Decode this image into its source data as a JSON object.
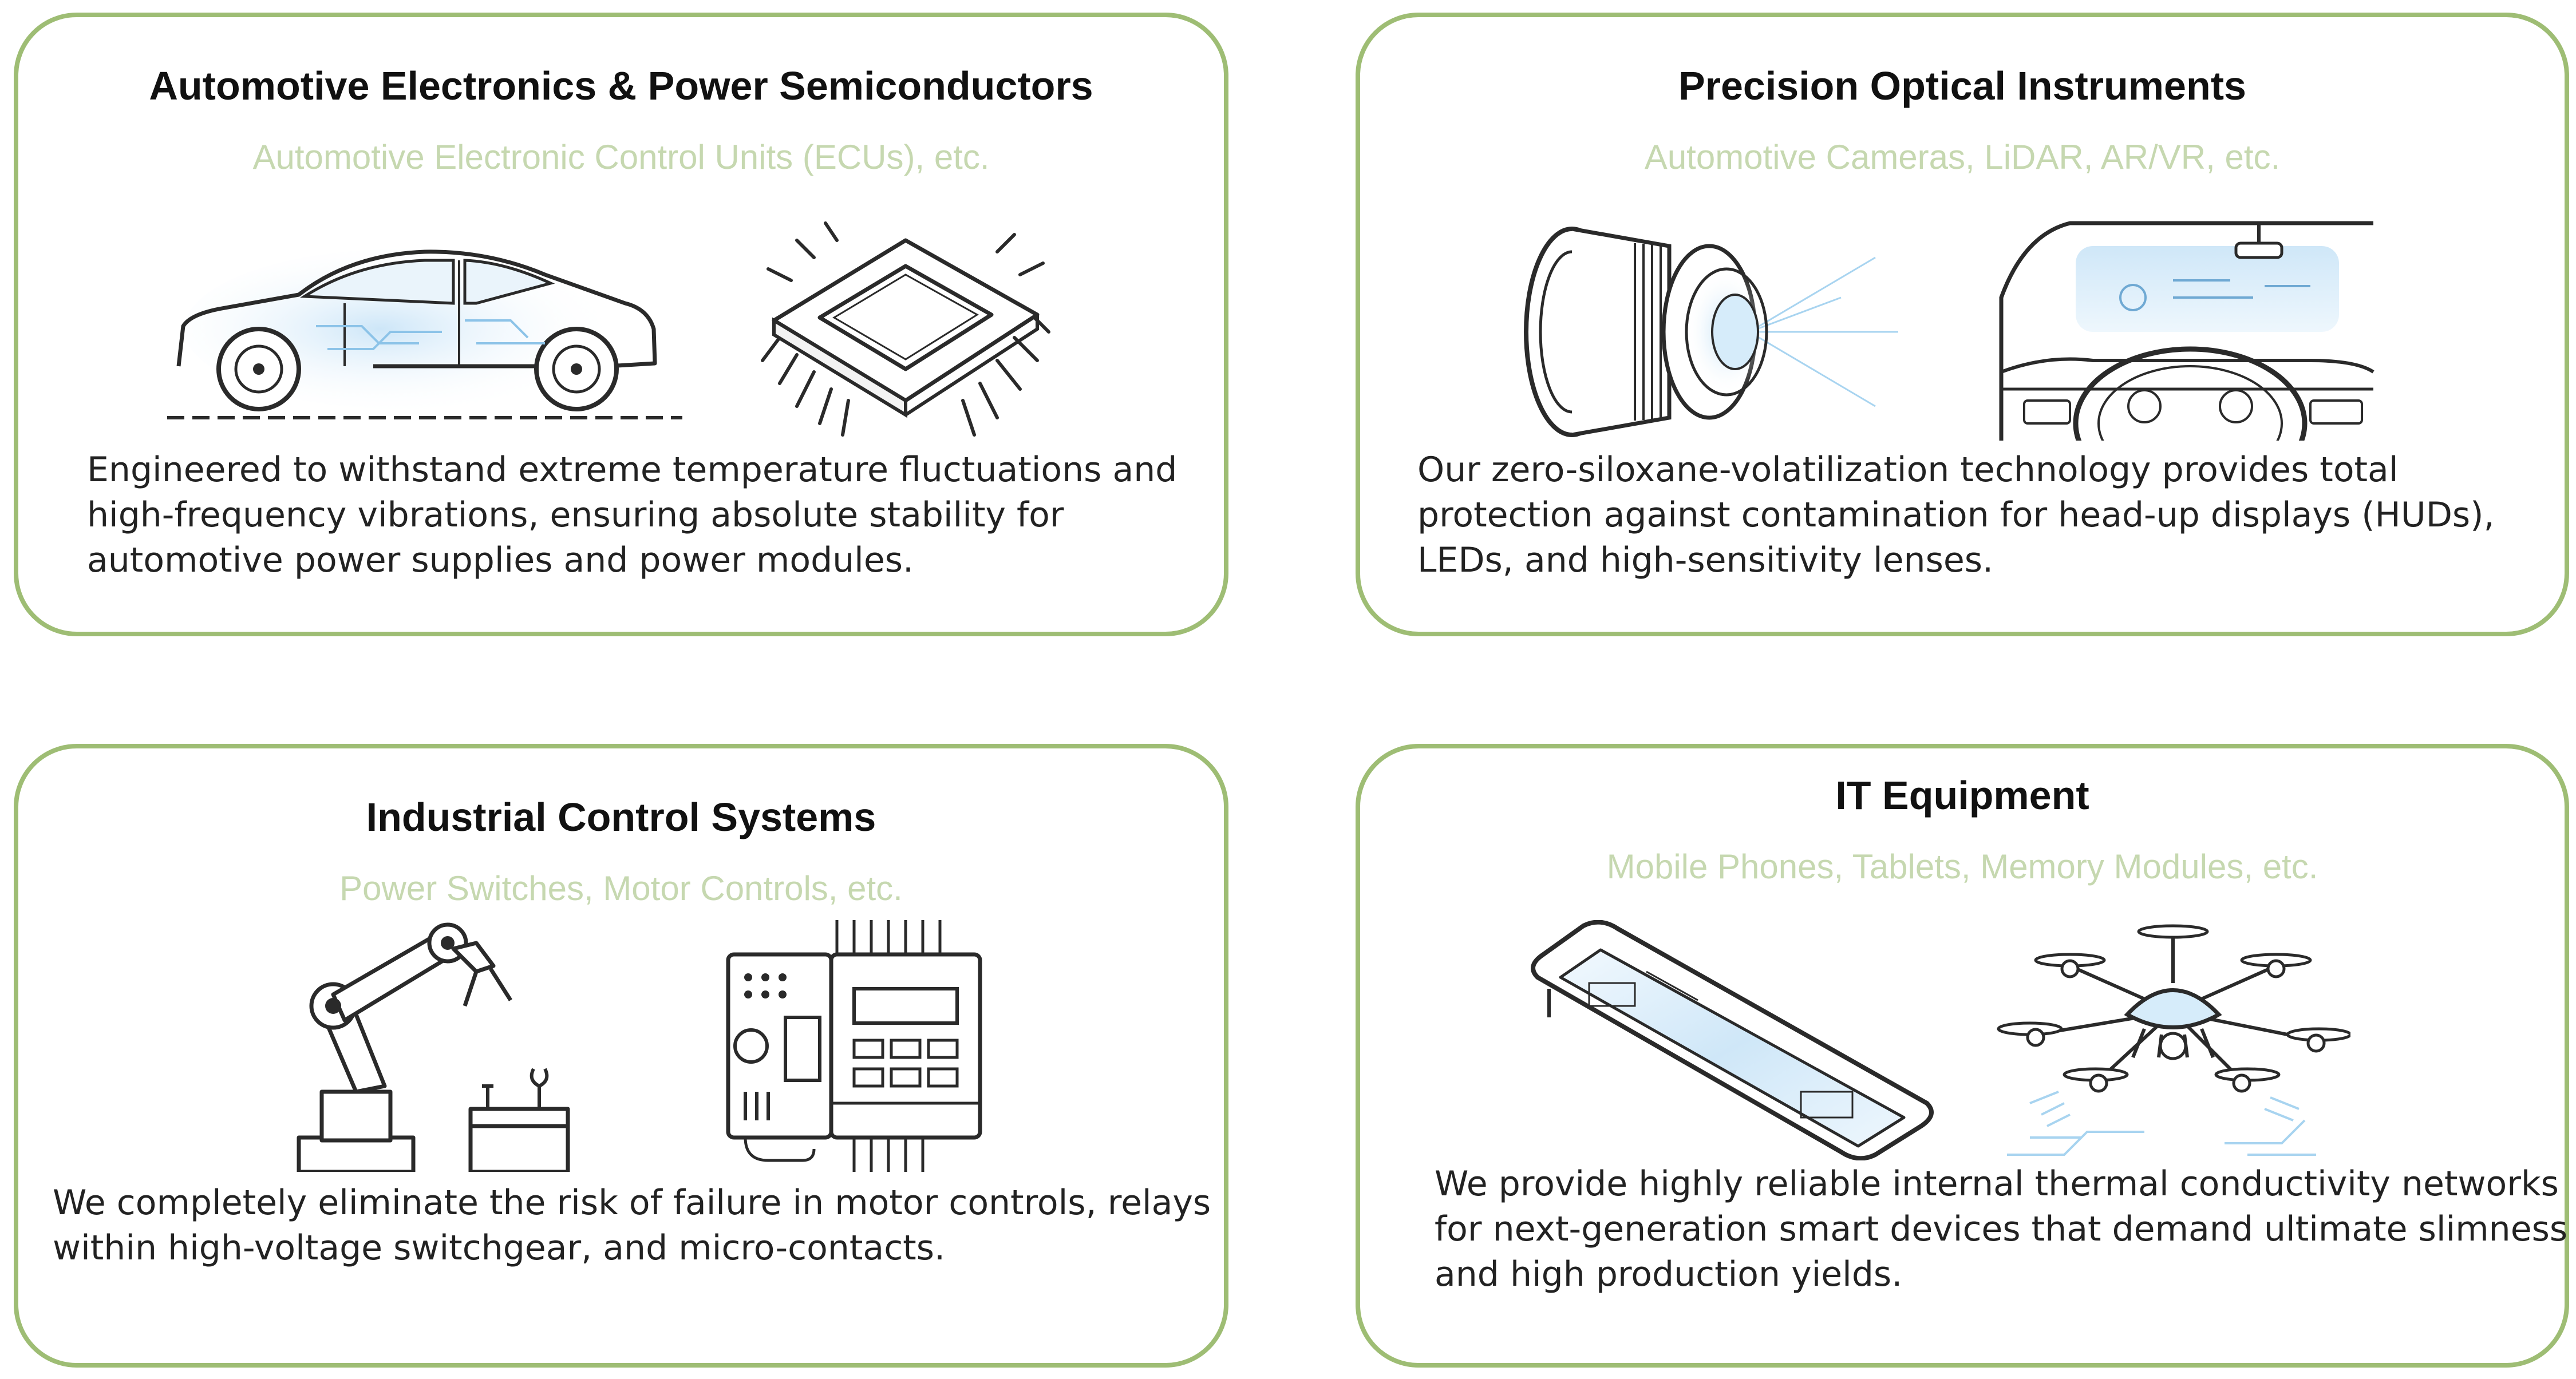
{
  "cards": [
    {
      "title": "Automotive Electronics & Power Semiconductors",
      "subtitle": "Automotive Electronic Control Units (ECUs), etc.",
      "description": [
        "Engineered to withstand extreme temperature fluctuations and",
        "high-frequency vibrations, ensuring absolute stability for",
        "automotive power supplies and power modules."
      ],
      "illustrations": [
        "car-icon",
        "chip-icon"
      ]
    },
    {
      "title": "Precision Optical Instruments",
      "subtitle": "Automotive Cameras, LiDAR, AR/VR, etc.",
      "description": [
        "Our zero-siloxane-volatilization technology provides total",
        "protection against contamination for head-up displays (HUDs),",
        "LEDs, and high-sensitivity lenses."
      ],
      "illustrations": [
        "camera-lens-icon",
        "car-dashboard-hud-icon"
      ]
    },
    {
      "title": "Industrial Control Systems",
      "subtitle": "Power Switches, Motor Controls, etc.",
      "description": [
        "We completely eliminate the risk of failure in motor controls, relays",
        "within high-voltage switchgear, and micro-contacts."
      ],
      "illustrations": [
        "robot-arm-icon",
        "control-panel-icon"
      ]
    },
    {
      "title": "IT Equipment",
      "subtitle": "Mobile Phones, Tablets, Memory Modules, etc.",
      "description": [
        "We provide highly reliable internal thermal conductivity networks",
        "for next-generation smart devices that demand ultimate slimness",
        "and high production yields."
      ],
      "illustrations": [
        "smartphone-icon",
        "drone-icon"
      ]
    }
  ],
  "colors": {
    "border": "#9ebd74",
    "subtitle": "#c6d8b0",
    "text": "#222222",
    "title": "#111111",
    "accent_glow": "#d6ecfa"
  }
}
